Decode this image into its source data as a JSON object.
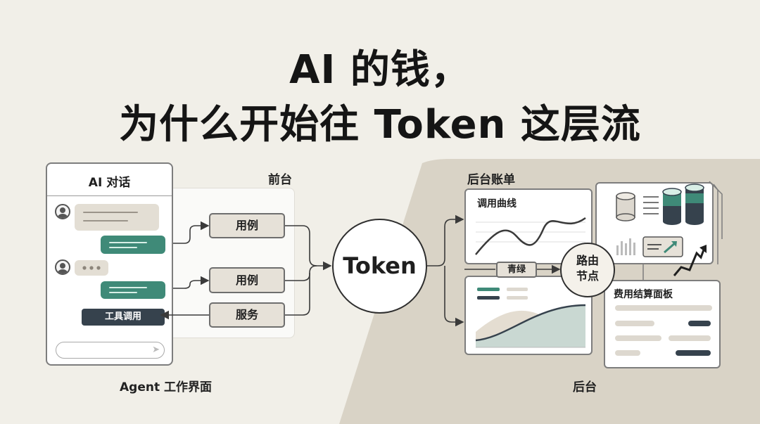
{
  "title": {
    "line1": "AI 的钱，",
    "line2": "为什么开始往 Token 这层流"
  },
  "chat": {
    "title": "AI 对话",
    "tool_call": "工具调用",
    "caption": "Agent 工作界面"
  },
  "front": {
    "label": "前台",
    "case1": "用例",
    "case2": "用例",
    "service": "服务"
  },
  "token": "Token",
  "back": {
    "bill_label": "后台账单",
    "curve_title": "调用曲线",
    "route_line1": "路由",
    "route_line2": "节点",
    "qinglu": "青绿",
    "bill_panel_title": "费用结算面板",
    "caption": "后台"
  },
  "colors": {
    "background": "#f1efe8",
    "backstage": "#d9d3c6",
    "accent_green": "#3f8a78",
    "dark": "#36424d"
  }
}
